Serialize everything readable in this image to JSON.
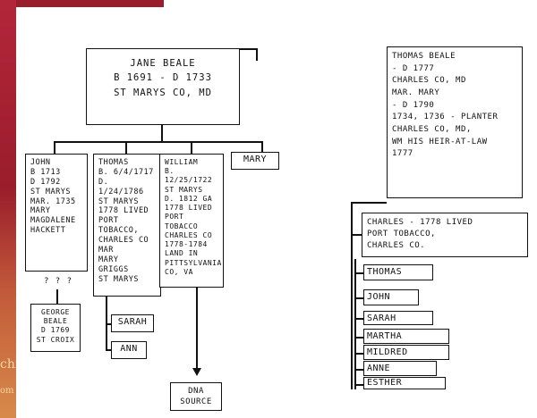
{
  "boxes": {
    "jane": "JANE BEALE\nb 1691 - d 1733\nST MARYS CO, MD",
    "thomas_sr": "THOMAS BEALE\n- d 1777\nCHARLES CO, MD\nMAR. MARY\n- d 1790\n1734, 1736 - PLANTER\nCHARLES CO, MD,\nWm HIS HEIR-AT-LAW\n1777",
    "john": "JOHN\nb 1713\nd 1792\nST MARYS\nMAR. 1735\nMARY\nMAGDALENE\nHACKETT",
    "thomas": "THOMAS\nb. 6/4/1717\nd. 1/24/1786\nST MARYS\n1778 LIVED\nPORT TOBACCO,\nCHARLES CO\nMAR\nMARY\nGRIGGS\nST MARYS",
    "william": "WILLIAM\nb. 12/25/1722\nST MARYS\nd. 1812 GA\n1778 LIVED\nPORT TOBACCO\nCHARLES CO\n1778-1784\nLAND IN\nPITTSYLVANIA\nCO, VA",
    "mary": "MARY",
    "george": "GEORGE\nBEALE\nd 1769\nST CROIX",
    "sarah": "SARAH",
    "ann": "ANN",
    "dna": "DNA\nSOURCE",
    "charles": "CHARLES - 1778 LIVED\nPORT TOBACCO,\nCHARLES CO.",
    "thomas_jr": "THOMAS",
    "john_jr": "JOHN",
    "sarah_jr": "SARAH",
    "martha": "MARTHA",
    "mildred": "MILDRED",
    "anne": "ANNE",
    "esther": "ESTHER"
  },
  "unknown_marker": "? ? ?",
  "background_text": [
    "chi",
    "om"
  ]
}
